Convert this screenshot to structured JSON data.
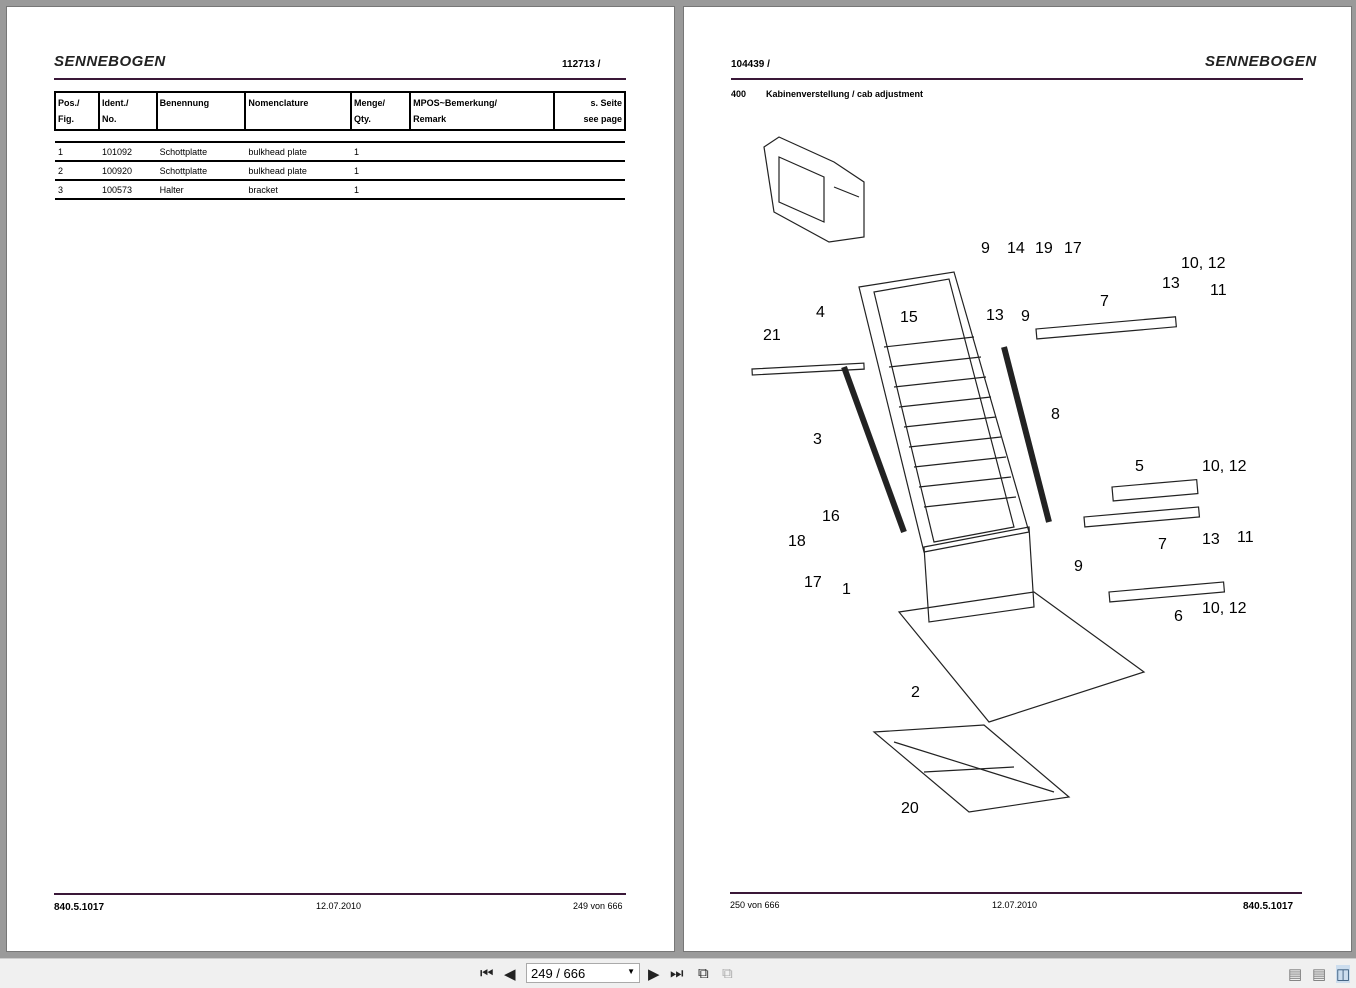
{
  "brand": "SENNEBOGEN",
  "left_page": {
    "doc_id": "112713 /",
    "headers": [
      [
        "Pos./",
        "Fig."
      ],
      [
        "Ident./",
        "No."
      ],
      [
        "Benennung",
        ""
      ],
      [
        "Nomenclature",
        ""
      ],
      [
        "Menge/",
        "Qty."
      ],
      [
        "MPOS~Bemerkung/",
        "Remark"
      ],
      [
        "s. Seite",
        "see page"
      ]
    ],
    "rows": [
      [
        "1",
        "101092",
        "Schottplatte",
        "bulkhead plate",
        "1",
        "",
        ""
      ],
      [
        "2",
        "100920",
        "Schottplatte",
        "bulkhead plate",
        "1",
        "",
        ""
      ],
      [
        "3",
        "100573",
        "Halter",
        "bracket",
        "1",
        "",
        ""
      ]
    ],
    "footer": {
      "code": "840.5.1017",
      "date": "12.07.2010",
      "page": "249 von 666"
    }
  },
  "right_page": {
    "doc_id": "104439 /",
    "section_no": "400",
    "section_title": "Kabinenverstellung / cab adjustment",
    "callouts": [
      "9",
      "14",
      "19",
      "17",
      "10, 12",
      "13",
      "11",
      "7",
      "4",
      "15",
      "13",
      "9",
      "21",
      "8",
      "3",
      "5",
      "10, 12",
      "16",
      "18",
      "7",
      "13",
      "11",
      "9",
      "17",
      "1",
      "6",
      "10, 12",
      "2",
      "20"
    ],
    "footer": {
      "page": "250 von 666",
      "date": "12.07.2010",
      "code": "840.5.1017"
    }
  },
  "toolbar": {
    "page_value": "249 / 666"
  }
}
